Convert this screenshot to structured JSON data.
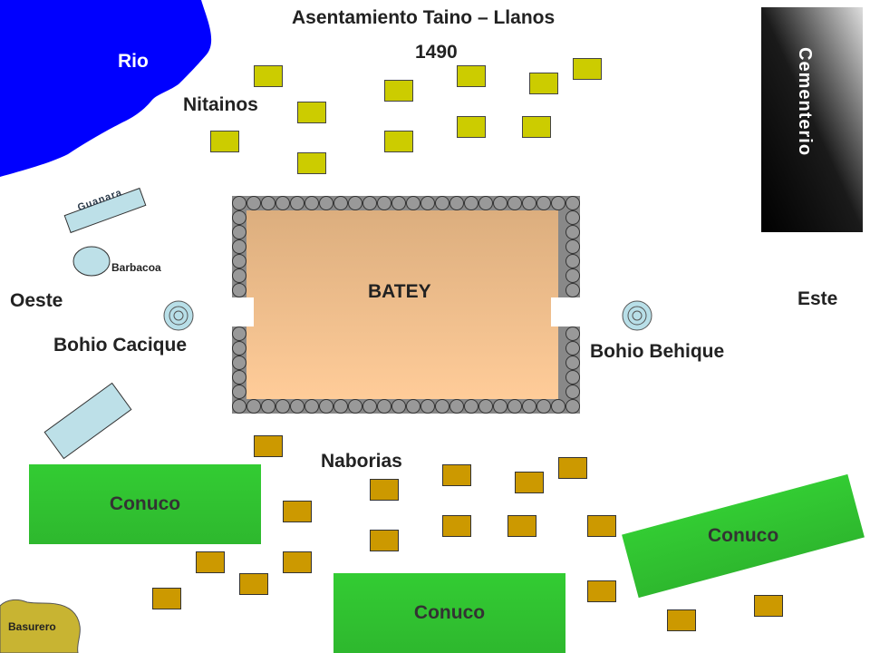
{
  "title": "Asentamiento Taino – Llanos",
  "year": "1490",
  "labels": {
    "rio": "Rio",
    "nitainos": "Nitainos",
    "cementerio": "Cementerio",
    "guanara": "Guanara",
    "barbacoa": "Barbacoa",
    "batey": "BATEY",
    "oeste": "Oeste",
    "este": "Este",
    "bohio_cacique": "Bohio Cacique",
    "bohio_behique": "Bohio Behique",
    "naborias": "Naborias",
    "conuco": "Conuco",
    "basurero": "Basurero"
  },
  "colors": {
    "river": "#0000ff",
    "nitaino_hut": "#cccc00",
    "naboria_hut": "#cc9900",
    "conuco": "#33cc33",
    "batey_top": "#dcae7e",
    "batey_bottom": "#ffcc99",
    "stone": "#999999",
    "barbacoa": "#bde0e8",
    "basurero": "#c8b432"
  }
}
